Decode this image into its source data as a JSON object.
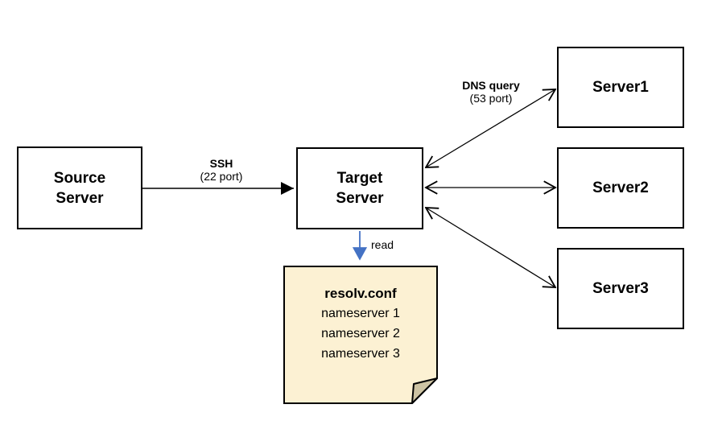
{
  "diagram": {
    "title": "ssh-dns-resolution-diagram",
    "colors": {
      "background": "#ffffff",
      "box_fill": "#ffffff",
      "box_border": "#000000",
      "arrow": "#000000",
      "read_arrow_blue": "#4472c4",
      "note_fill": "#fcf1d3",
      "note_fold": "#cdc3a3",
      "text": "#000000"
    },
    "nodes": {
      "source": {
        "line1": "Source",
        "line2": "Server"
      },
      "target": {
        "line1": "Target",
        "line2": "Server"
      },
      "server1": {
        "label": "Server1"
      },
      "server2": {
        "label": "Server2"
      },
      "server3": {
        "label": "Server3"
      }
    },
    "edges": {
      "ssh": {
        "label": "SSH",
        "sublabel": "(22 port)",
        "from": "Source Server",
        "to": "Target Server",
        "style": "solid-black-filled-arrow"
      },
      "dns": {
        "label": "DNS query",
        "sublabel": "(53 port)",
        "from": "Target Server",
        "to": "Server1 / Server2 / Server3",
        "style": "double-open-arrows"
      },
      "read": {
        "label": "read",
        "from": "Target Server",
        "to": "resolv.conf",
        "style": "blue-filled-arrow"
      }
    },
    "note": {
      "title": "resolv.conf",
      "lines": [
        "nameserver 1",
        "nameserver 2",
        "nameserver 3"
      ]
    }
  }
}
